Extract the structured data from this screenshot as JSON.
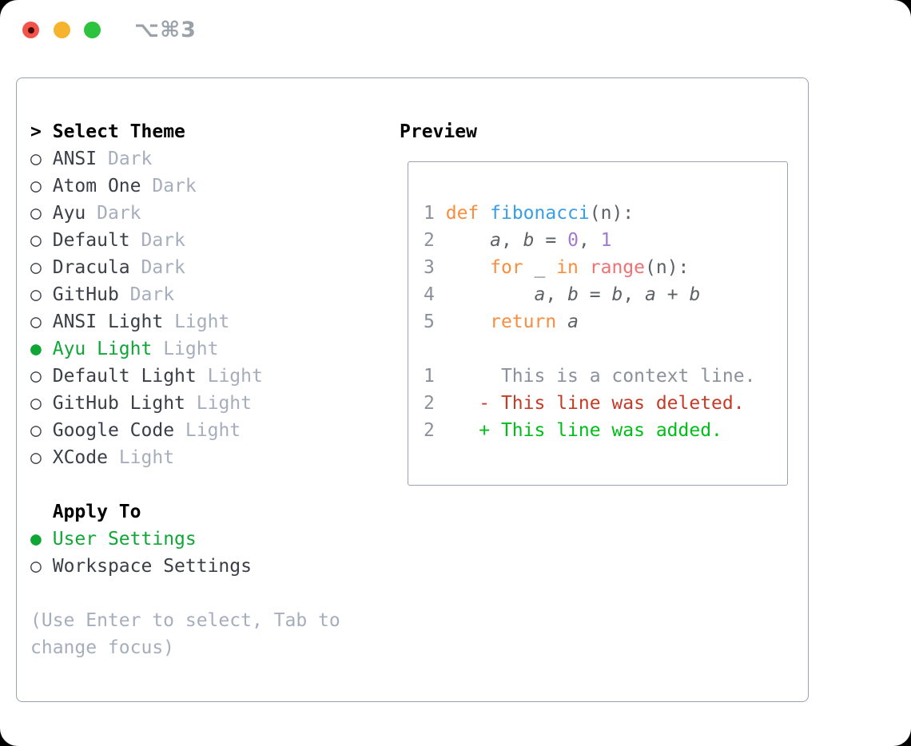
{
  "titlebar": {
    "shortcut": "⌥⌘3"
  },
  "select_theme": {
    "prompt": ">",
    "header": "Select Theme",
    "unselected_marker": "○",
    "selected_marker": "●",
    "themes": [
      {
        "name": "ANSI",
        "tag": "Dark",
        "selected": false
      },
      {
        "name": "Atom One",
        "tag": "Dark",
        "selected": false
      },
      {
        "name": "Ayu",
        "tag": "Dark",
        "selected": false
      },
      {
        "name": "Default",
        "tag": "Dark",
        "selected": false
      },
      {
        "name": "Dracula",
        "tag": "Dark",
        "selected": false
      },
      {
        "name": "GitHub",
        "tag": "Dark",
        "selected": false
      },
      {
        "name": "ANSI Light",
        "tag": "Light",
        "selected": false
      },
      {
        "name": "Ayu Light",
        "tag": "Light",
        "selected": true
      },
      {
        "name": "Default Light",
        "tag": "Light",
        "selected": false
      },
      {
        "name": "GitHub Light",
        "tag": "Light",
        "selected": false
      },
      {
        "name": "Google Code",
        "tag": "Light",
        "selected": false
      },
      {
        "name": "XCode",
        "tag": "Light",
        "selected": false
      }
    ]
  },
  "apply_to": {
    "header": "Apply To",
    "options": [
      {
        "name": "User Settings",
        "selected": true
      },
      {
        "name": "Workspace Settings",
        "selected": false
      }
    ]
  },
  "help_lines": [
    "(Use Enter to select, Tab to",
    "change focus)"
  ],
  "preview": {
    "title": "Preview",
    "lines": [
      {
        "num": "1",
        "segments": [
          {
            "t": "def",
            "c": "kw"
          },
          {
            "t": " ",
            "c": "fg"
          },
          {
            "t": "fibonacci",
            "c": "fn"
          },
          {
            "t": "(n):",
            "c": "fg"
          }
        ]
      },
      {
        "num": "2",
        "segments": [
          {
            "t": "    ",
            "c": "fg"
          },
          {
            "t": "a",
            "c": "var"
          },
          {
            "t": ", ",
            "c": "fg"
          },
          {
            "t": "b",
            "c": "var"
          },
          {
            "t": " = ",
            "c": "fg"
          },
          {
            "t": "0",
            "c": "numt"
          },
          {
            "t": ", ",
            "c": "fg"
          },
          {
            "t": "1",
            "c": "numt"
          }
        ]
      },
      {
        "num": "3",
        "segments": [
          {
            "t": "    ",
            "c": "fg"
          },
          {
            "t": "for",
            "c": "kw"
          },
          {
            "t": " _ ",
            "c": "fg"
          },
          {
            "t": "in",
            "c": "kw"
          },
          {
            "t": " ",
            "c": "fg"
          },
          {
            "t": "range",
            "c": "call"
          },
          {
            "t": "(n):",
            "c": "fg"
          }
        ]
      },
      {
        "num": "4",
        "segments": [
          {
            "t": "        ",
            "c": "fg"
          },
          {
            "t": "a",
            "c": "var"
          },
          {
            "t": ", ",
            "c": "fg"
          },
          {
            "t": "b",
            "c": "var"
          },
          {
            "t": " = ",
            "c": "fg"
          },
          {
            "t": "b",
            "c": "var"
          },
          {
            "t": ", ",
            "c": "fg"
          },
          {
            "t": "a",
            "c": "var"
          },
          {
            "t": " + ",
            "c": "fg"
          },
          {
            "t": "b",
            "c": "var"
          }
        ]
      },
      {
        "num": "5",
        "segments": [
          {
            "t": "    ",
            "c": "fg"
          },
          {
            "t": "return",
            "c": "kw"
          },
          {
            "t": " ",
            "c": "fg"
          },
          {
            "t": "a",
            "c": "var"
          }
        ]
      },
      {
        "num": "",
        "segments": []
      },
      {
        "num": "1",
        "segments": [
          {
            "t": "     This is a context line.",
            "c": "ctx"
          }
        ]
      },
      {
        "num": "2",
        "segments": [
          {
            "t": "   - This line was deleted.",
            "c": "del"
          }
        ]
      },
      {
        "num": "2",
        "segments": [
          {
            "t": "   + This line was added.",
            "c": "add"
          }
        ]
      }
    ]
  },
  "palette": {
    "selection_green": "#0fa636",
    "name_color": "#3a3f47",
    "tag_gray": "#a6aebc",
    "help_gray": "#a6aebc",
    "border_gray": "#99a1ae",
    "line_number_gray": "#8a919c",
    "code_fg": "#5c6166",
    "keyword_orange": "#fa8d3e",
    "function_blue": "#399ee6",
    "number_purple": "#a37acc",
    "call_coral": "#f07171",
    "diff_deleted_red": "#c43b26",
    "diff_added_green": "#00bd17",
    "traffic_red": "#f2544b",
    "traffic_yellow": "#f6b32d",
    "traffic_green": "#2dc33e"
  }
}
